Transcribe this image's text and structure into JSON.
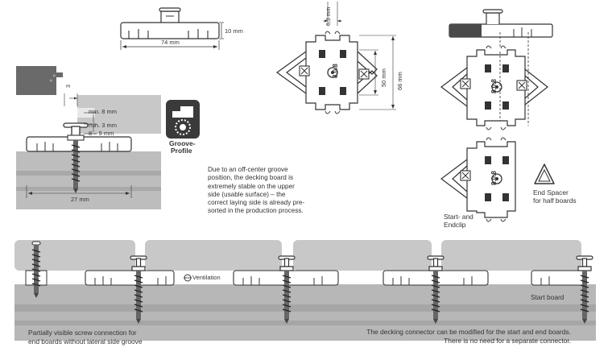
{
  "top_clip": {
    "height_label": "10 mm",
    "width_label": "74 mm"
  },
  "clip_plan": {
    "top_dim": "6,3 mm",
    "dim_50": "50 mm",
    "dim_66": "66 mm",
    "code": "8.0.8"
  },
  "section": {
    "dim_3": "3",
    "min8": "min. 8 mm",
    "min3": "min. 3 mm",
    "range": "8 – 9 mm",
    "width27": "27 mm"
  },
  "groove_badge": {
    "line1": "Groove-",
    "line2": "Profile"
  },
  "description": "Due to an off-center groove position, the decking board is extremely stable on the upper side (usable surface) – the correct laying side is already pre-sorted in the production process.",
  "start_end": {
    "clip_label_1": "Start- and",
    "clip_label_2": "Endclip",
    "spacer_label_1": "End Spacer",
    "spacer_label_2": "for half boards"
  },
  "bottom": {
    "ventilation": "Ventilation",
    "start_board": "Start board",
    "note_left_1": "Partially visible screw connection for",
    "note_left_2": "end boards without lateral side groove",
    "note_right_1": "The decking connector can be modified for the start and end boards.",
    "note_right_2": "There is no need for a separate connector."
  },
  "colors": {
    "board": "#c8c8c8",
    "substructure": "#b4b4b4",
    "dark_board": "#6a6a6a",
    "line": "#333333"
  }
}
